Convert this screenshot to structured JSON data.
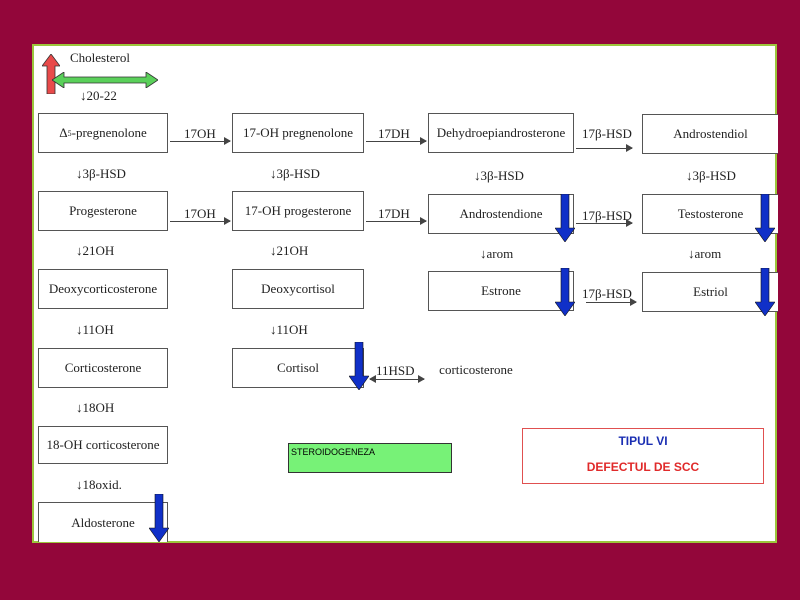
{
  "diagram": {
    "cholesterol": "Cholesterol",
    "enzymes": {
      "e2022": "20-22",
      "oh17_a": "17OH",
      "oh17_b": "17OH",
      "dh17_a": "17DH",
      "dh17_b": "17DH",
      "hsd17_a": "17β-HSD",
      "hsd17_b": "17β-HSD",
      "hsd17_c": "17β-HSD",
      "hsd3_a": "3β-HSD",
      "hsd3_b": "3β-HSD",
      "hsd3_c": "3β-HSD",
      "hsd3_d": "3β-HSD",
      "oh21_a": "21OH",
      "oh21_b": "21OH",
      "arom_a": "arom",
      "arom_b": "arom",
      "oh11_a": "11OH",
      "oh11_b": "11OH",
      "hsd11": "11HSD",
      "oh18": "18OH",
      "oxid18": "18oxid."
    },
    "boxes": {
      "preg_prefix": "Δ",
      "preg_sup": "5",
      "preg_rest": "-pregnenolone",
      "oh17_preg": "17-OH pregnenolone",
      "dhea": "Dehydroepiandrosterone",
      "androstendiol": "Androstendiol",
      "progesterone": "Progesterone",
      "oh17_prog": "17-OH progesterone",
      "androstendione": "Androstendione",
      "testosterone": "Testosterone",
      "doc": "Deoxycorticosterone",
      "deoxycortisol": "Deoxycortisol",
      "estrone": "Estrone",
      "estriol": "Estriol",
      "corticosterone": "Corticosterone",
      "cortisol": "Cortisol",
      "corticosterone2": "corticosterone",
      "oh18_cort": "18-OH corticosterone",
      "aldosterone": "Aldosterone"
    }
  },
  "green_box": {
    "label": "STEROIDOGENEZA"
  },
  "tip_box": {
    "title": "TIPUL VI",
    "subtitle": "DEFECTUL DE SCC"
  },
  "colors": {
    "background": "#93063a",
    "blue_arrow": "#1030c8",
    "red_arrow": "#e84a4a",
    "green_arrow": "#5ad05a"
  }
}
